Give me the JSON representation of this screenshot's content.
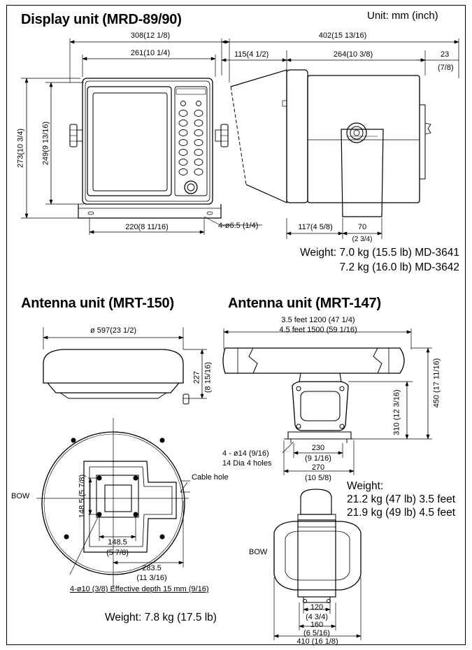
{
  "titles": {
    "display": "Display unit (MRD-89/90)",
    "unit_note": "Unit: mm (inch)",
    "antenna150": "Antenna unit (MRT-150)",
    "antenna147": "Antenna unit (MRT-147)"
  },
  "display": {
    "dims": {
      "overall_width": "308(12 1/8)",
      "screen_width": "261(10 1/4)",
      "overall_height": "273(10 3/4)",
      "inner_height": "249(9 13/16)",
      "mount_width": "220(8 11/16)",
      "holes": "4-ø6.5 (1/4)",
      "depth_total": "402(15 13/16)",
      "hood": "115(4 1/2)",
      "body_depth": "264(10 3/8)",
      "knob_a": "23",
      "knob_b": "(7/8)",
      "bracket_a": "117(4 5/8)",
      "bracket_b_a": "70",
      "bracket_b_b": "(2 3/4)"
    },
    "weight_line1": "Weight: 7.0 kg (15.5 lb) MD-3641",
    "weight_line2": "7.2 kg (16.0 lb) MD-3642"
  },
  "mrt150": {
    "diameter": "ø 597(23 1/2)",
    "height_a": "227",
    "height_b": "(8 15/16)",
    "bow": "BOW",
    "cable_hole": "Cable hole",
    "hole_v": "148.5 (5 7/8)",
    "hole_h_a": "148.5",
    "hole_h_b": "(5 7/8)",
    "offset_a": "283.5",
    "offset_b": "(11 3/16)",
    "holes": "4-ø10 (3/8) Effective depth 15 mm (9/16)",
    "weight": "Weight: 7.8 kg (17.5 lb)"
  },
  "mrt147": {
    "len35": "3.5 feet 1200 (47 1/4)",
    "len45": "4.5 feet 1500 (59 1/16)",
    "h450": "450 (17 11/16)",
    "h310": "310 (12 3/16)",
    "holes_a": "4 - ø14 (9/16)",
    "holes_b": "14 Dia 4 holes",
    "w230_a": "230",
    "w230_b": "(9 1/16)",
    "w270_a": "270",
    "w270_b": "(10 5/8)",
    "weight_title": "Weight:",
    "weight_1": "21.2 kg (47 lb) 3.5 feet",
    "weight_2": "21.9 kg (49 lb) 4.5 feet",
    "bow": "BOW",
    "w120_a": "120",
    "w120_b": "(4 3/4)",
    "w160_a": "160",
    "w160_b": "(6 5/16)",
    "w410": "410 (16 1/8)"
  }
}
